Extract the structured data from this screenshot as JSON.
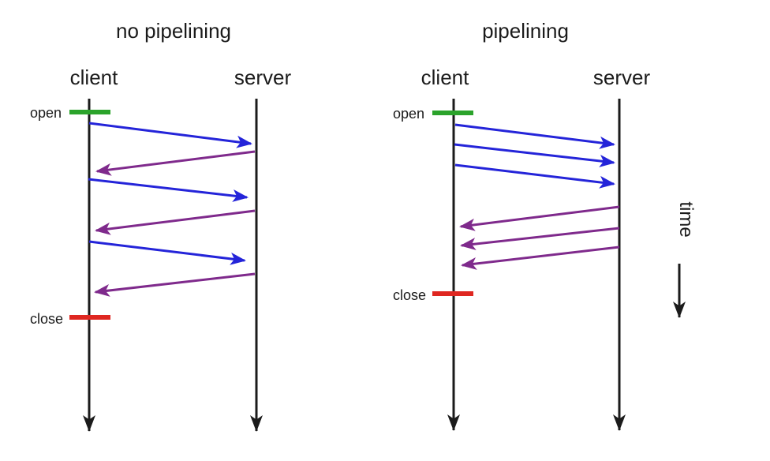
{
  "figure": {
    "type": "sequence-diagram-comparison",
    "colors": {
      "request_arrow": "#2424d9",
      "response_arrow": "#7f2a8c",
      "open_marker": "#2ba32b",
      "close_marker": "#df2721",
      "lifeline": "#1b1b1b",
      "text": "#1b1b1b"
    },
    "left_panel": {
      "title": "no pipelining",
      "client_label": "client",
      "server_label": "server",
      "open_label": "open",
      "close_label": "close",
      "request_count": 3,
      "response_count": 3,
      "message_pattern": "alternating request-response"
    },
    "right_panel": {
      "title": "pipelining",
      "client_label": "client",
      "server_label": "server",
      "open_label": "open",
      "close_label": "close",
      "request_count": 3,
      "response_count": 3,
      "message_pattern": "batched requests then batched responses"
    },
    "time_axis": {
      "label": "time",
      "direction": "down"
    }
  }
}
